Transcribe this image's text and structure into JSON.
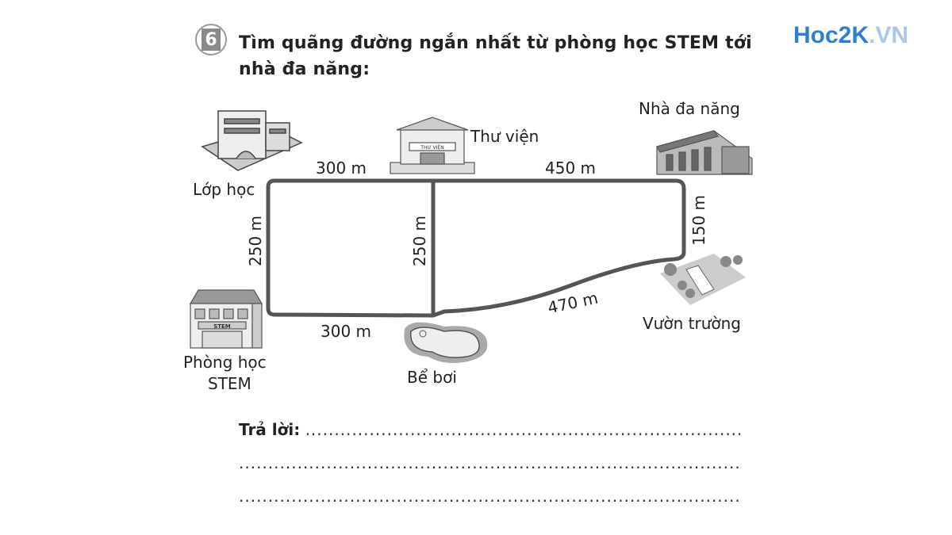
{
  "exercise": {
    "number": "6",
    "question": "Tìm quãng đường ngắn nhất từ phòng học STEM tới nhà đa năng:"
  },
  "watermark": {
    "brand": "Hoc2K",
    "suffix": ".VN"
  },
  "places": {
    "lop_hoc": "Lớp học",
    "thu_vien": "Thư viện",
    "nha_da_nang": "Nhà đa năng",
    "vuon_truong": "Vườn trường",
    "be_boi": "Bể bơi",
    "phong_hoc_line1": "Phòng học",
    "phong_hoc_line2": "STEM"
  },
  "signs": {
    "stem": "STEM",
    "thu_vien": "THƯ VIỆN"
  },
  "distances": {
    "lop_thuvien": "300 m",
    "thuvien_nhadanang": "450 m",
    "lop_stem": "250 m",
    "thuvien_beboi": "250 m",
    "nhadanang_vuon": "150 m",
    "stem_beboi": "300 m",
    "beboi_vuon": "470 m"
  },
  "answer": {
    "label": "Trả lời:",
    "dots": "........................................................................................",
    "dots_full": "....................................................................................................."
  },
  "colors": {
    "road": "#555555",
    "logo": "#2f7fd0"
  }
}
